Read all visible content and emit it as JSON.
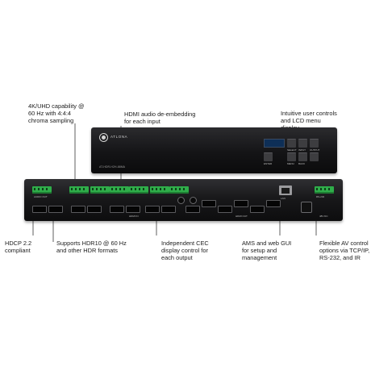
{
  "callouts": {
    "uhd": [
      "4K/UHD capability @",
      "60 Hz with 4:4:4",
      "chroma sampling"
    ],
    "audio": [
      "HDMI audio de-embedding",
      "for each input"
    ],
    "controls": [
      "Intuitive user controls",
      "and LCD menu",
      "display"
    ],
    "hdcp": [
      "HDCP 2.2",
      "compliant"
    ],
    "hdr": [
      "Supports HDR10 @ 60 Hz",
      "and other HDR formats"
    ],
    "cec": [
      "Independent CEC",
      "display control for",
      "each output"
    ],
    "ams": [
      "AMS and web GUI",
      "for setup and",
      "management"
    ],
    "av": [
      "Flexible AV control",
      "options via TCP/IP,",
      "RS-232, and IR"
    ]
  },
  "device": {
    "brand": "ATLONA",
    "model": "AT-HDR-H2H-88MA",
    "front_buttons": [
      "SELECT",
      "INPUT",
      "OUTPUT",
      "ENTER",
      "MENU",
      "BACK"
    ],
    "rear_labels": {
      "audio_out": "AUDIO OUT",
      "inputs": "HDMI IN",
      "outputs": "HDMI OUT",
      "lan": "LAN",
      "rs232": "RS-232",
      "power": "48V DC"
    }
  }
}
